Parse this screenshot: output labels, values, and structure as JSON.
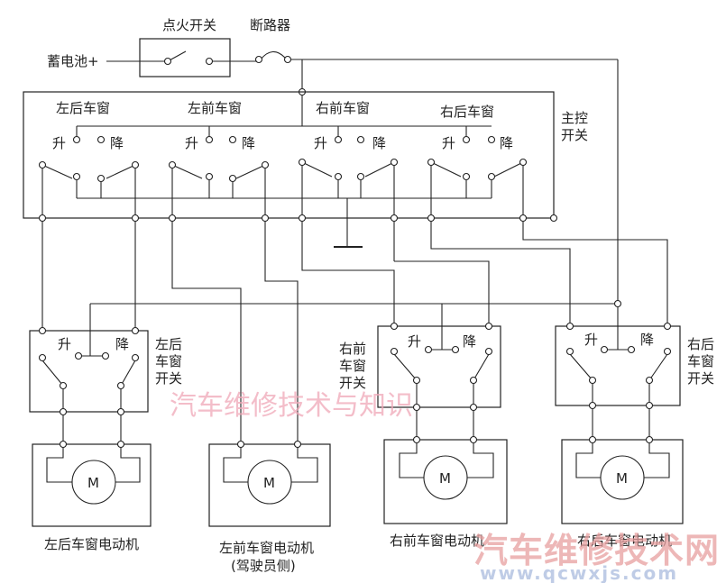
{
  "labels": {
    "battery": "蓄电池+",
    "ignition_switch": "点火开关",
    "circuit_breaker": "断路器",
    "main_switch": "主控\n开关",
    "main_lr": "左后车窗",
    "main_lf": "左前车窗",
    "main_rf": "右前车窗",
    "main_rr": "右后车窗",
    "up": "升",
    "down": "降",
    "lr_window_switch": "左后\n车窗\n开关",
    "rf_window_switch": "右前\n车窗\n开关",
    "rr_window_switch": "右后\n车窗\n开关",
    "motor_symbol": "M",
    "lr_motor": "左后车窗电动机",
    "lf_motor": "左前车窗电动机",
    "lf_motor_note": "(驾驶员侧)",
    "rf_motor": "右前车窗电动机",
    "rr_motor": "右后车窗电动机"
  },
  "watermarks": {
    "center": "汽车维修技术与知识",
    "brand": "汽车维修技术网",
    "url": "www.qcwxjs.com"
  },
  "colors": {
    "line": "#222222",
    "watermark_pink": "#f0a8b8",
    "brand_red": "#e8a0a0",
    "brand_blue": "#b0c0e0"
  }
}
